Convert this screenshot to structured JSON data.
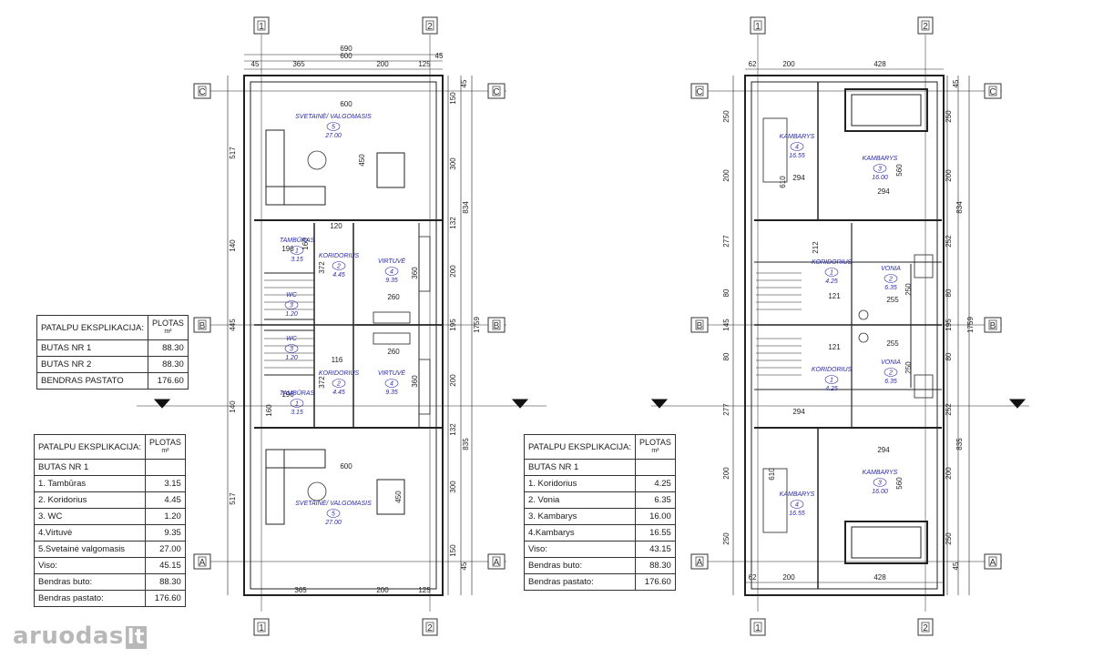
{
  "left_plan": {
    "grid_top": [
      "1",
      "2"
    ],
    "grid_side": [
      "C",
      "B",
      "A"
    ],
    "dims_top": [
      "690",
      "600",
      "45",
      "365",
      "200",
      "125",
      "45"
    ],
    "dims_bottom": [
      "365",
      "200",
      "125"
    ],
    "dims_left": [
      "517",
      "140",
      "445",
      "140",
      "517"
    ],
    "dims_right_inner": [
      "150",
      "300",
      "132",
      "200",
      "195",
      "200",
      "132",
      "300",
      "150"
    ],
    "dims_right_mid": [
      "834",
      "835"
    ],
    "dims_right_outer": [
      "45",
      "1759",
      "45"
    ],
    "inner_dims": [
      "600",
      "450",
      "120",
      "196",
      "160",
      "372",
      "360",
      "260",
      "116",
      "260",
      "360",
      "372",
      "196",
      "160",
      "600",
      "450"
    ],
    "rooms": {
      "living_top": {
        "name": "SVETAINĖ/ VALGOMASIS",
        "num": "5",
        "area": "27.00"
      },
      "vestibule_top": {
        "name": "TAMBŪRAS",
        "num": "1",
        "area": "3.15"
      },
      "corridor_top": {
        "name": "KORIDORIUS",
        "num": "2",
        "area": "4.45"
      },
      "kitchen_top": {
        "name": "VIRTUVĖ",
        "num": "4",
        "area": "9.35"
      },
      "wc_top": {
        "name": "WC",
        "num": "3",
        "area": "1.20"
      },
      "wc_bottom": {
        "name": "WC",
        "num": "3",
        "area": "1.20"
      },
      "corridor_bottom": {
        "name": "KORIDORIUS",
        "num": "2",
        "area": "4.45"
      },
      "kitchen_bottom": {
        "name": "VIRTUVĖ",
        "num": "4",
        "area": "9.35"
      },
      "vestibule_bottom": {
        "name": "TAMBŪRAS",
        "num": "1",
        "area": "3.15"
      },
      "living_bottom": {
        "name": "SVETAINĖ/ VALGOMASIS",
        "num": "5",
        "area": "27.00"
      }
    }
  },
  "right_plan": {
    "grid_top": [
      "1",
      "2"
    ],
    "grid_side": [
      "C",
      "B",
      "A"
    ],
    "dims_top": [
      "62",
      "200",
      "428"
    ],
    "dims_bottom": [
      "62",
      "200",
      "428"
    ],
    "dims_left": [
      "250",
      "200",
      "277",
      "80",
      "145",
      "80",
      "277",
      "200",
      "250"
    ],
    "dims_right_inner": [
      "250",
      "200",
      "252",
      "80",
      "195",
      "80",
      "252",
      "200",
      "250"
    ],
    "dims_right_mid": [
      "834",
      "835"
    ],
    "dims_right_outer": [
      "45",
      "1759",
      "45"
    ],
    "inner_dims": [
      "610",
      "294",
      "294",
      "560",
      "212",
      "121",
      "255",
      "250",
      "121",
      "255",
      "250",
      "294",
      "294",
      "610",
      "560"
    ],
    "rooms": {
      "bed4_top": {
        "name": "KAMBARYS",
        "num": "4",
        "area": "16.55"
      },
      "bed3_top": {
        "name": "KAMBARYS",
        "num": "3",
        "area": "16.00"
      },
      "corr_top": {
        "name": "KORIDORIUS",
        "num": "1",
        "area": "4.25"
      },
      "bath_top": {
        "name": "VONIA",
        "num": "2",
        "area": "6.35"
      },
      "corr_bottom": {
        "name": "KORIDORIUS",
        "num": "1",
        "area": "4.25"
      },
      "bath_bottom": {
        "name": "VONIA",
        "num": "2",
        "area": "6.35"
      },
      "bed4_bottom": {
        "name": "KAMBARYS",
        "num": "4",
        "area": "16.55"
      },
      "bed3_bottom": {
        "name": "KAMBARYS",
        "num": "3",
        "area": "16.00"
      }
    }
  },
  "table_summary": {
    "header": [
      "PATALPU EKSPLIKACIJA:",
      "PLOTAS",
      "m²"
    ],
    "rows": [
      [
        "BUTAS NR 1",
        "88.30"
      ],
      [
        "BUTAS NR 2",
        "88.30"
      ],
      [
        "BENDRAS PASTATO",
        "176.60"
      ]
    ]
  },
  "table_floor1": {
    "header": [
      "PATALPU EKSPLIKACIJA:",
      "PLOTAS",
      "m²"
    ],
    "rows": [
      [
        "BUTAS NR 1",
        ""
      ],
      [
        "1. Tambūras",
        "3.15"
      ],
      [
        "2. Koridorius",
        "4.45"
      ],
      [
        "3. WC",
        "1.20"
      ],
      [
        "4.Virtuvė",
        "9.35"
      ],
      [
        "5.Svetainė valgomasis",
        "27.00"
      ],
      [
        "Viso:",
        "45.15"
      ],
      [
        "Bendras buto:",
        "88.30"
      ],
      [
        "Bendras pastato:",
        "176.60"
      ]
    ]
  },
  "table_floor2": {
    "header": [
      "PATALPU EKSPLIKACIJA:",
      "PLOTAS",
      "m²"
    ],
    "rows": [
      [
        "BUTAS NR 1",
        ""
      ],
      [
        "1. Koridorius",
        "4.25"
      ],
      [
        "2. Vonia",
        "6.35"
      ],
      [
        "3. Kambarys",
        "16.00"
      ],
      [
        "4.Kambarys",
        "16.55"
      ],
      [
        "Viso:",
        "43.15"
      ],
      [
        "Bendras buto:",
        "88.30"
      ],
      [
        "Bendras pastato:",
        "176.60"
      ]
    ]
  },
  "watermark": {
    "text": "aruodas",
    "suffix": "lt"
  }
}
